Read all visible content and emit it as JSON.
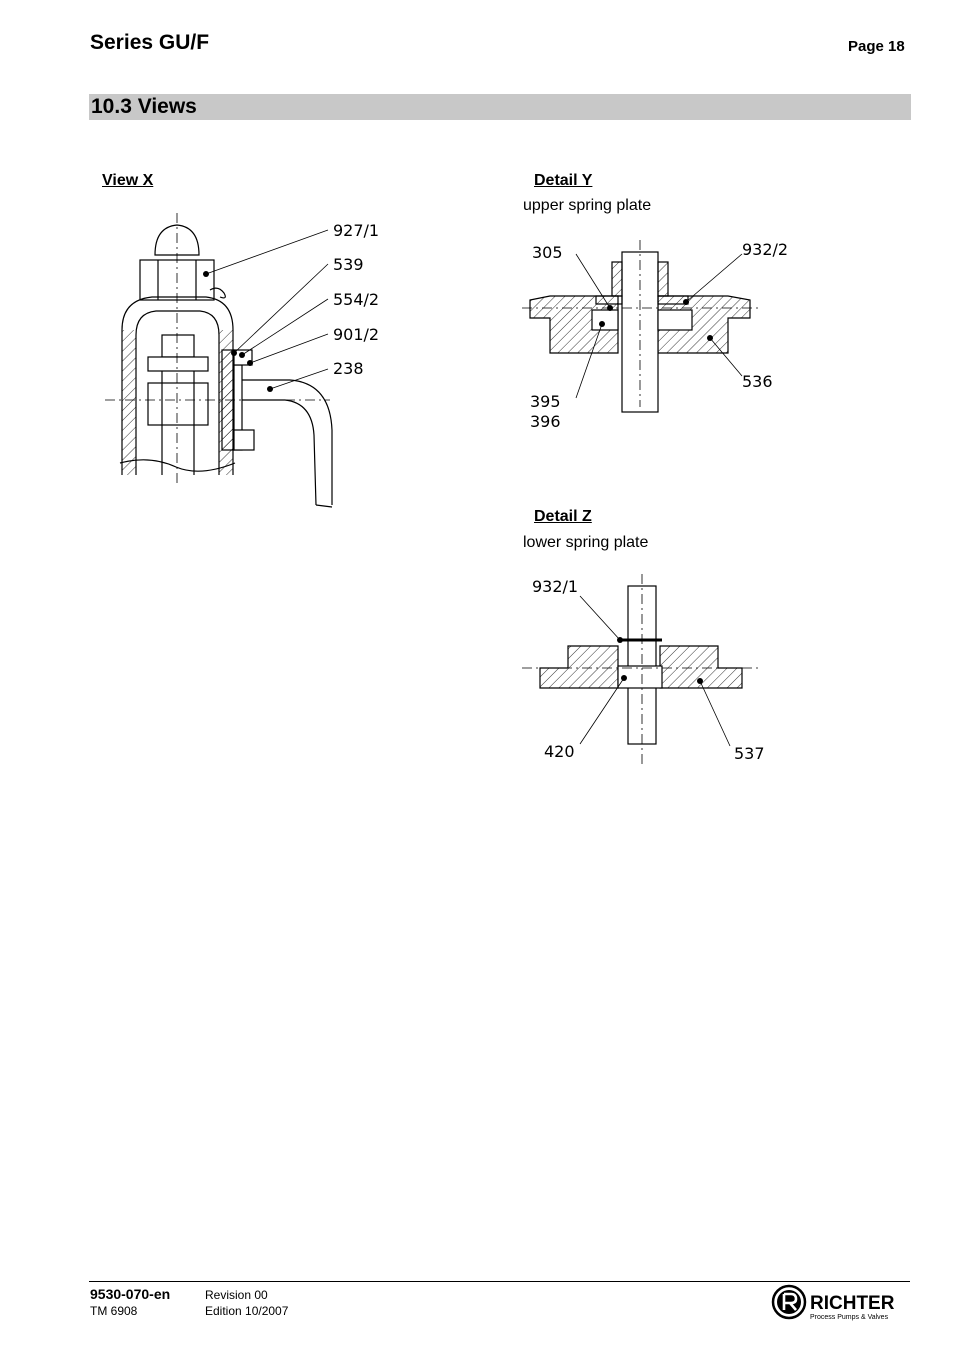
{
  "header": {
    "series_title": "Series GU/F",
    "page_label": "Page 18"
  },
  "section": {
    "title": "10.3  Views"
  },
  "view_x": {
    "title": "View  X",
    "callouts": [
      "927/1",
      "539",
      "554/2",
      "901/2",
      "238"
    ]
  },
  "detail_y": {
    "title": "Detail  Y",
    "subtitle": "upper spring plate",
    "callouts": [
      "305",
      "932/2",
      "536",
      "395",
      "396"
    ]
  },
  "detail_z": {
    "title": "Detail  Z",
    "subtitle": "lower spring plate",
    "callouts": [
      "932/1",
      "420",
      "537"
    ]
  },
  "footer": {
    "doc_number": "9530-070-en",
    "tm_number": "TM 6908",
    "revision": "Revision 00",
    "edition": "Edition 10/2007",
    "logo_name": "RICHTER",
    "logo_tagline": "Process Pumps & Valves"
  },
  "colors": {
    "section_bar": "#c8c8c8",
    "ink": "#000000"
  }
}
